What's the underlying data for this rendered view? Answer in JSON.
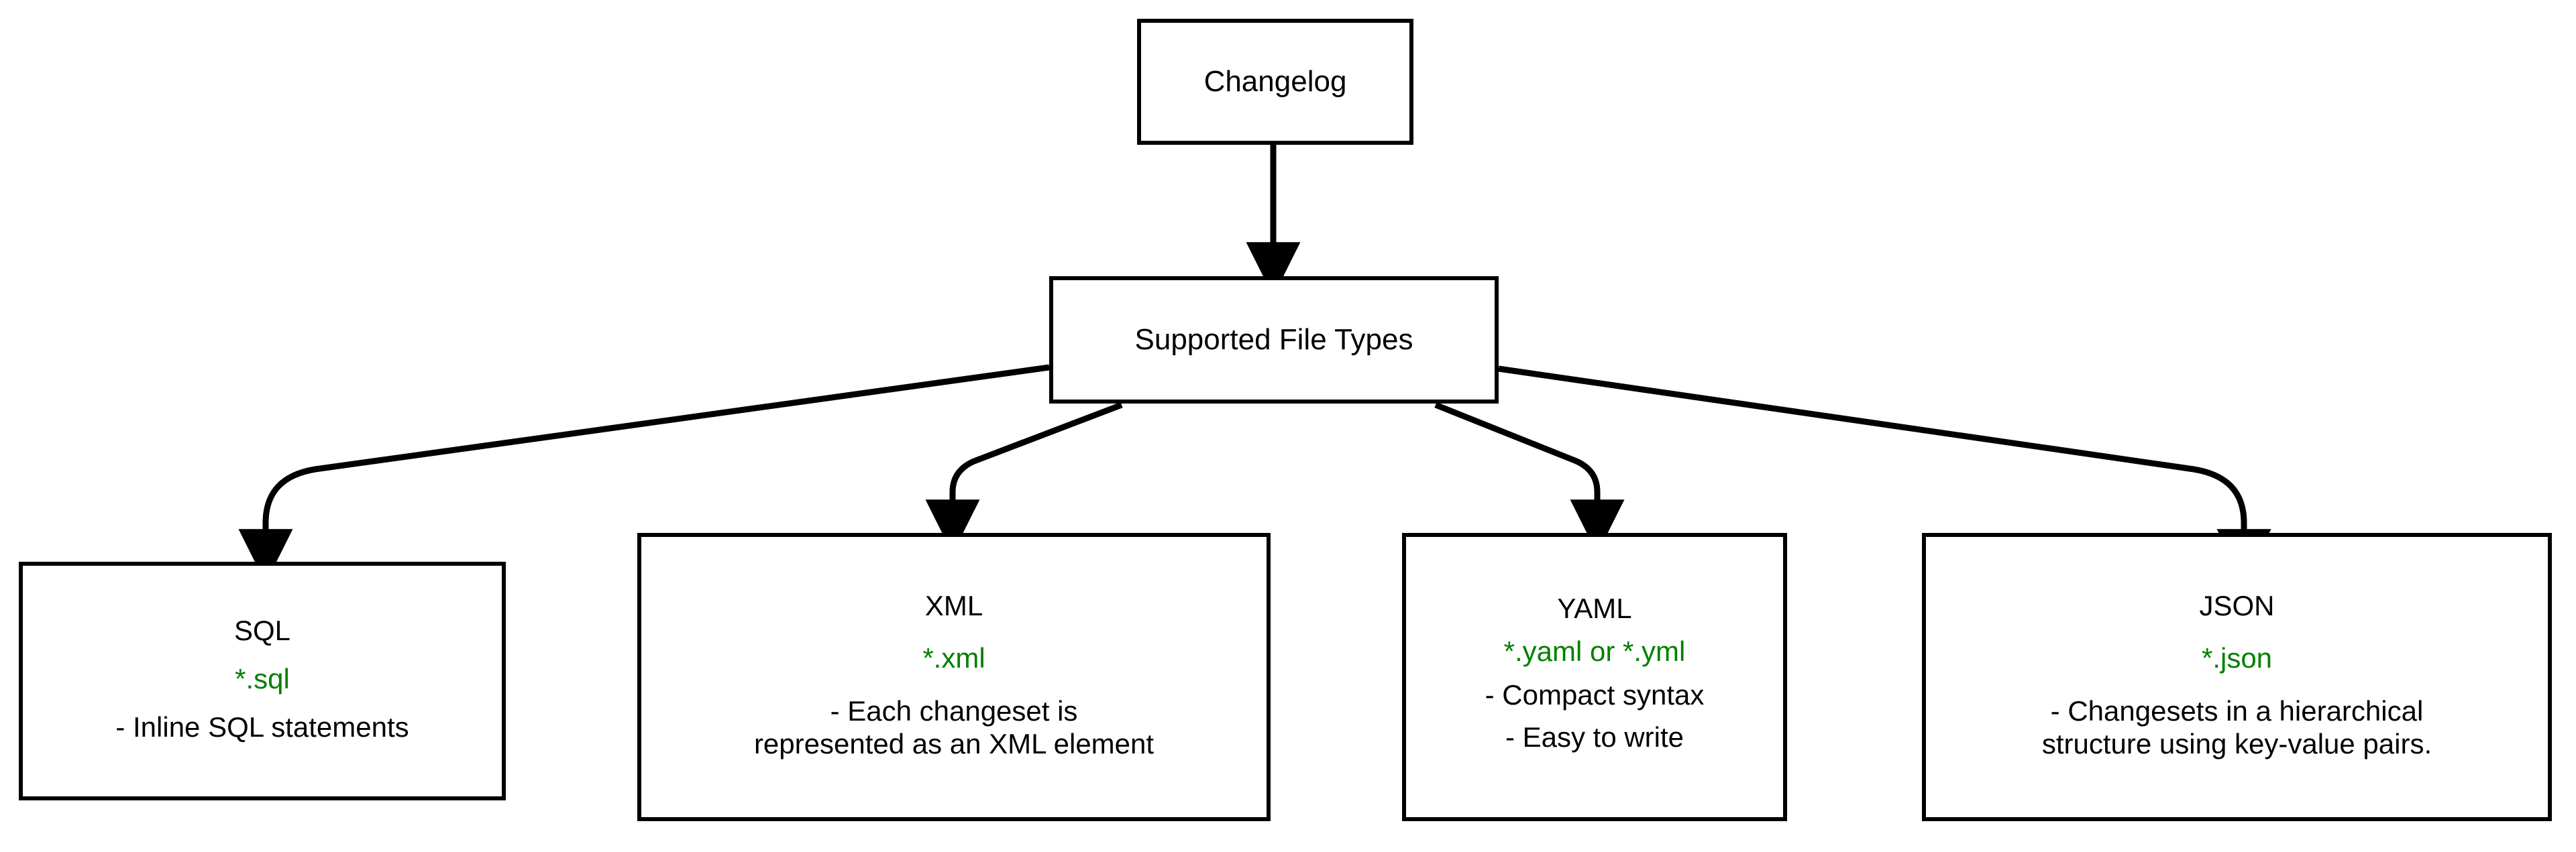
{
  "diagram": {
    "title": "Changelog Supported File Types",
    "accent_green": "#008000",
    "line_color": "#000000",
    "background": "#ffffff",
    "nodes": {
      "changelog": {
        "label": "Changelog"
      },
      "supported": {
        "label": "Supported File Types"
      },
      "sql": {
        "title": "SQL",
        "extension": "*.sql",
        "desc_lines": [
          "- Inline SQL statements"
        ]
      },
      "xml": {
        "title": "XML",
        "extension": "*.xml",
        "desc_lines": [
          "- Each changeset is",
          "represented as an XML element"
        ]
      },
      "yaml": {
        "title": "YAML",
        "extension": "*.yaml or *.yml",
        "desc_lines": [
          "- Compact syntax",
          "- Easy to write"
        ]
      },
      "json": {
        "title": "JSON",
        "extension": "*.json",
        "desc_lines": [
          "- Changesets in a hierarchical",
          "structure using key-value pairs."
        ]
      }
    },
    "edges": [
      {
        "from": "changelog",
        "to": "supported",
        "style": "straight-arrow"
      },
      {
        "from": "supported",
        "to": "sql",
        "style": "elbow-arrow"
      },
      {
        "from": "supported",
        "to": "xml",
        "style": "elbow-arrow"
      },
      {
        "from": "supported",
        "to": "yaml",
        "style": "elbow-arrow"
      },
      {
        "from": "supported",
        "to": "json",
        "style": "elbow-arrow"
      }
    ]
  }
}
